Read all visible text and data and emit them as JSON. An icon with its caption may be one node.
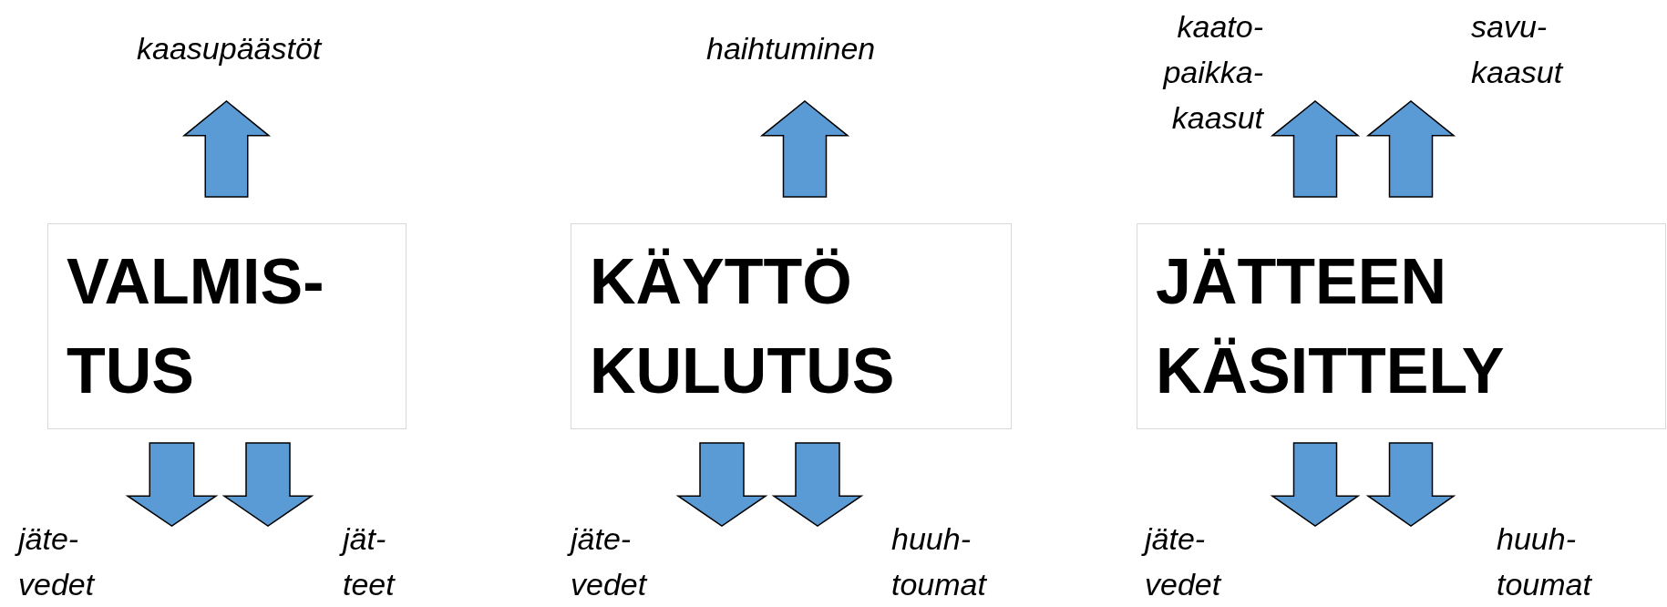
{
  "diagram": {
    "nodes": [
      {
        "text": [
          "kaasupäästöt"
        ]
      },
      {
        "text": [
          "haihtuminen"
        ]
      },
      {
        "text": [
          "kaato- paikka- kaasut"
        ]
      },
      {
        "text": [
          "savu- kaasut"
        ]
      },
      {
        "text": [
          "VALMIS- TUS"
        ]
      },
      {
        "text": [
          "KÄYTTÖ KULUTUS"
        ]
      },
      {
        "text": [
          "JÄTTEEN KÄSITTELY"
        ]
      },
      {
        "text": [
          "jäte- vedet"
        ]
      },
      {
        "text": [
          "jät- teet"
        ]
      },
      {
        "text": [
          "jäte- vedet"
        ]
      },
      {
        "text": [
          "huuh- toumat"
        ]
      },
      {
        "text": [
          "jäte- vedet"
        ]
      },
      {
        "text": [
          "huuh- toumat"
        ]
      }
    ],
    "edges": [
      {
        "from": 4,
        "to": 0,
        "arrow": "to"
      },
      {
        "from": 5,
        "to": 1,
        "arrow": "to"
      },
      {
        "from": 6,
        "to": 2,
        "arrow": "to"
      },
      {
        "from": 6,
        "to": 3,
        "arrow": "to"
      },
      {
        "from": 4,
        "to": 7,
        "arrow": "to"
      },
      {
        "from": 4,
        "to": 8,
        "arrow": "to"
      },
      {
        "from": 5,
        "to": 9,
        "arrow": "to"
      },
      {
        "from": 5,
        "to": 10,
        "arrow": "to"
      },
      {
        "from": 6,
        "to": 11,
        "arrow": "to"
      },
      {
        "from": 6,
        "to": 12,
        "arrow": "to"
      }
    ]
  }
}
